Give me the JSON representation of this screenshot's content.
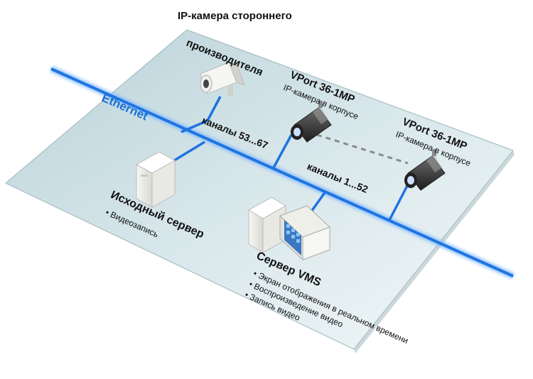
{
  "network": {
    "label": "Ethernet"
  },
  "third_party_camera": {
    "title_line1": "IP-камера стороннего",
    "title_line2": "производителя"
  },
  "camera_1": {
    "title": "VPort 36-1MP",
    "subtitle": "IP-камера в корпусе"
  },
  "camera_2": {
    "title": "VPort 36-1MP",
    "subtitle": "IP-камера в корпусе"
  },
  "channels": {
    "group_a": "каналы 53...67",
    "group_b": "каналы 1...52"
  },
  "source_server": {
    "title": "Исходный сервер",
    "items": [
      "• Видеозапись"
    ]
  },
  "vms_server": {
    "title": "Сервер VMS",
    "items": [
      "• Экран отображения в реальном времени",
      "• Воспроизведение видео",
      "• Запись видео"
    ]
  },
  "colors": {
    "ethernet": "#1b6fd6",
    "plane": "#c9dde3",
    "link_dashed": "#8a8a8a"
  }
}
